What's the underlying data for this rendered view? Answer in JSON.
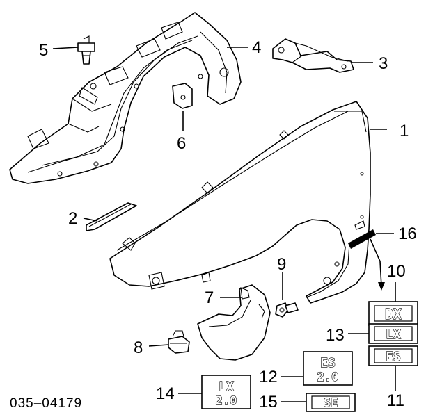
{
  "diagram": {
    "part_number": "035–04179",
    "callouts": [
      "1",
      "2",
      "3",
      "4",
      "5",
      "6",
      "7",
      "8",
      "9",
      "10",
      "11",
      "12",
      "13",
      "14",
      "15",
      "16"
    ],
    "badges": {
      "b10": [
        "DX"
      ],
      "b13": [
        "LX"
      ],
      "b11": [
        "ES"
      ],
      "b12": [
        "ES",
        "2.0"
      ],
      "b14": [
        "LX",
        "2.0"
      ],
      "b15": [
        "SE"
      ]
    }
  }
}
